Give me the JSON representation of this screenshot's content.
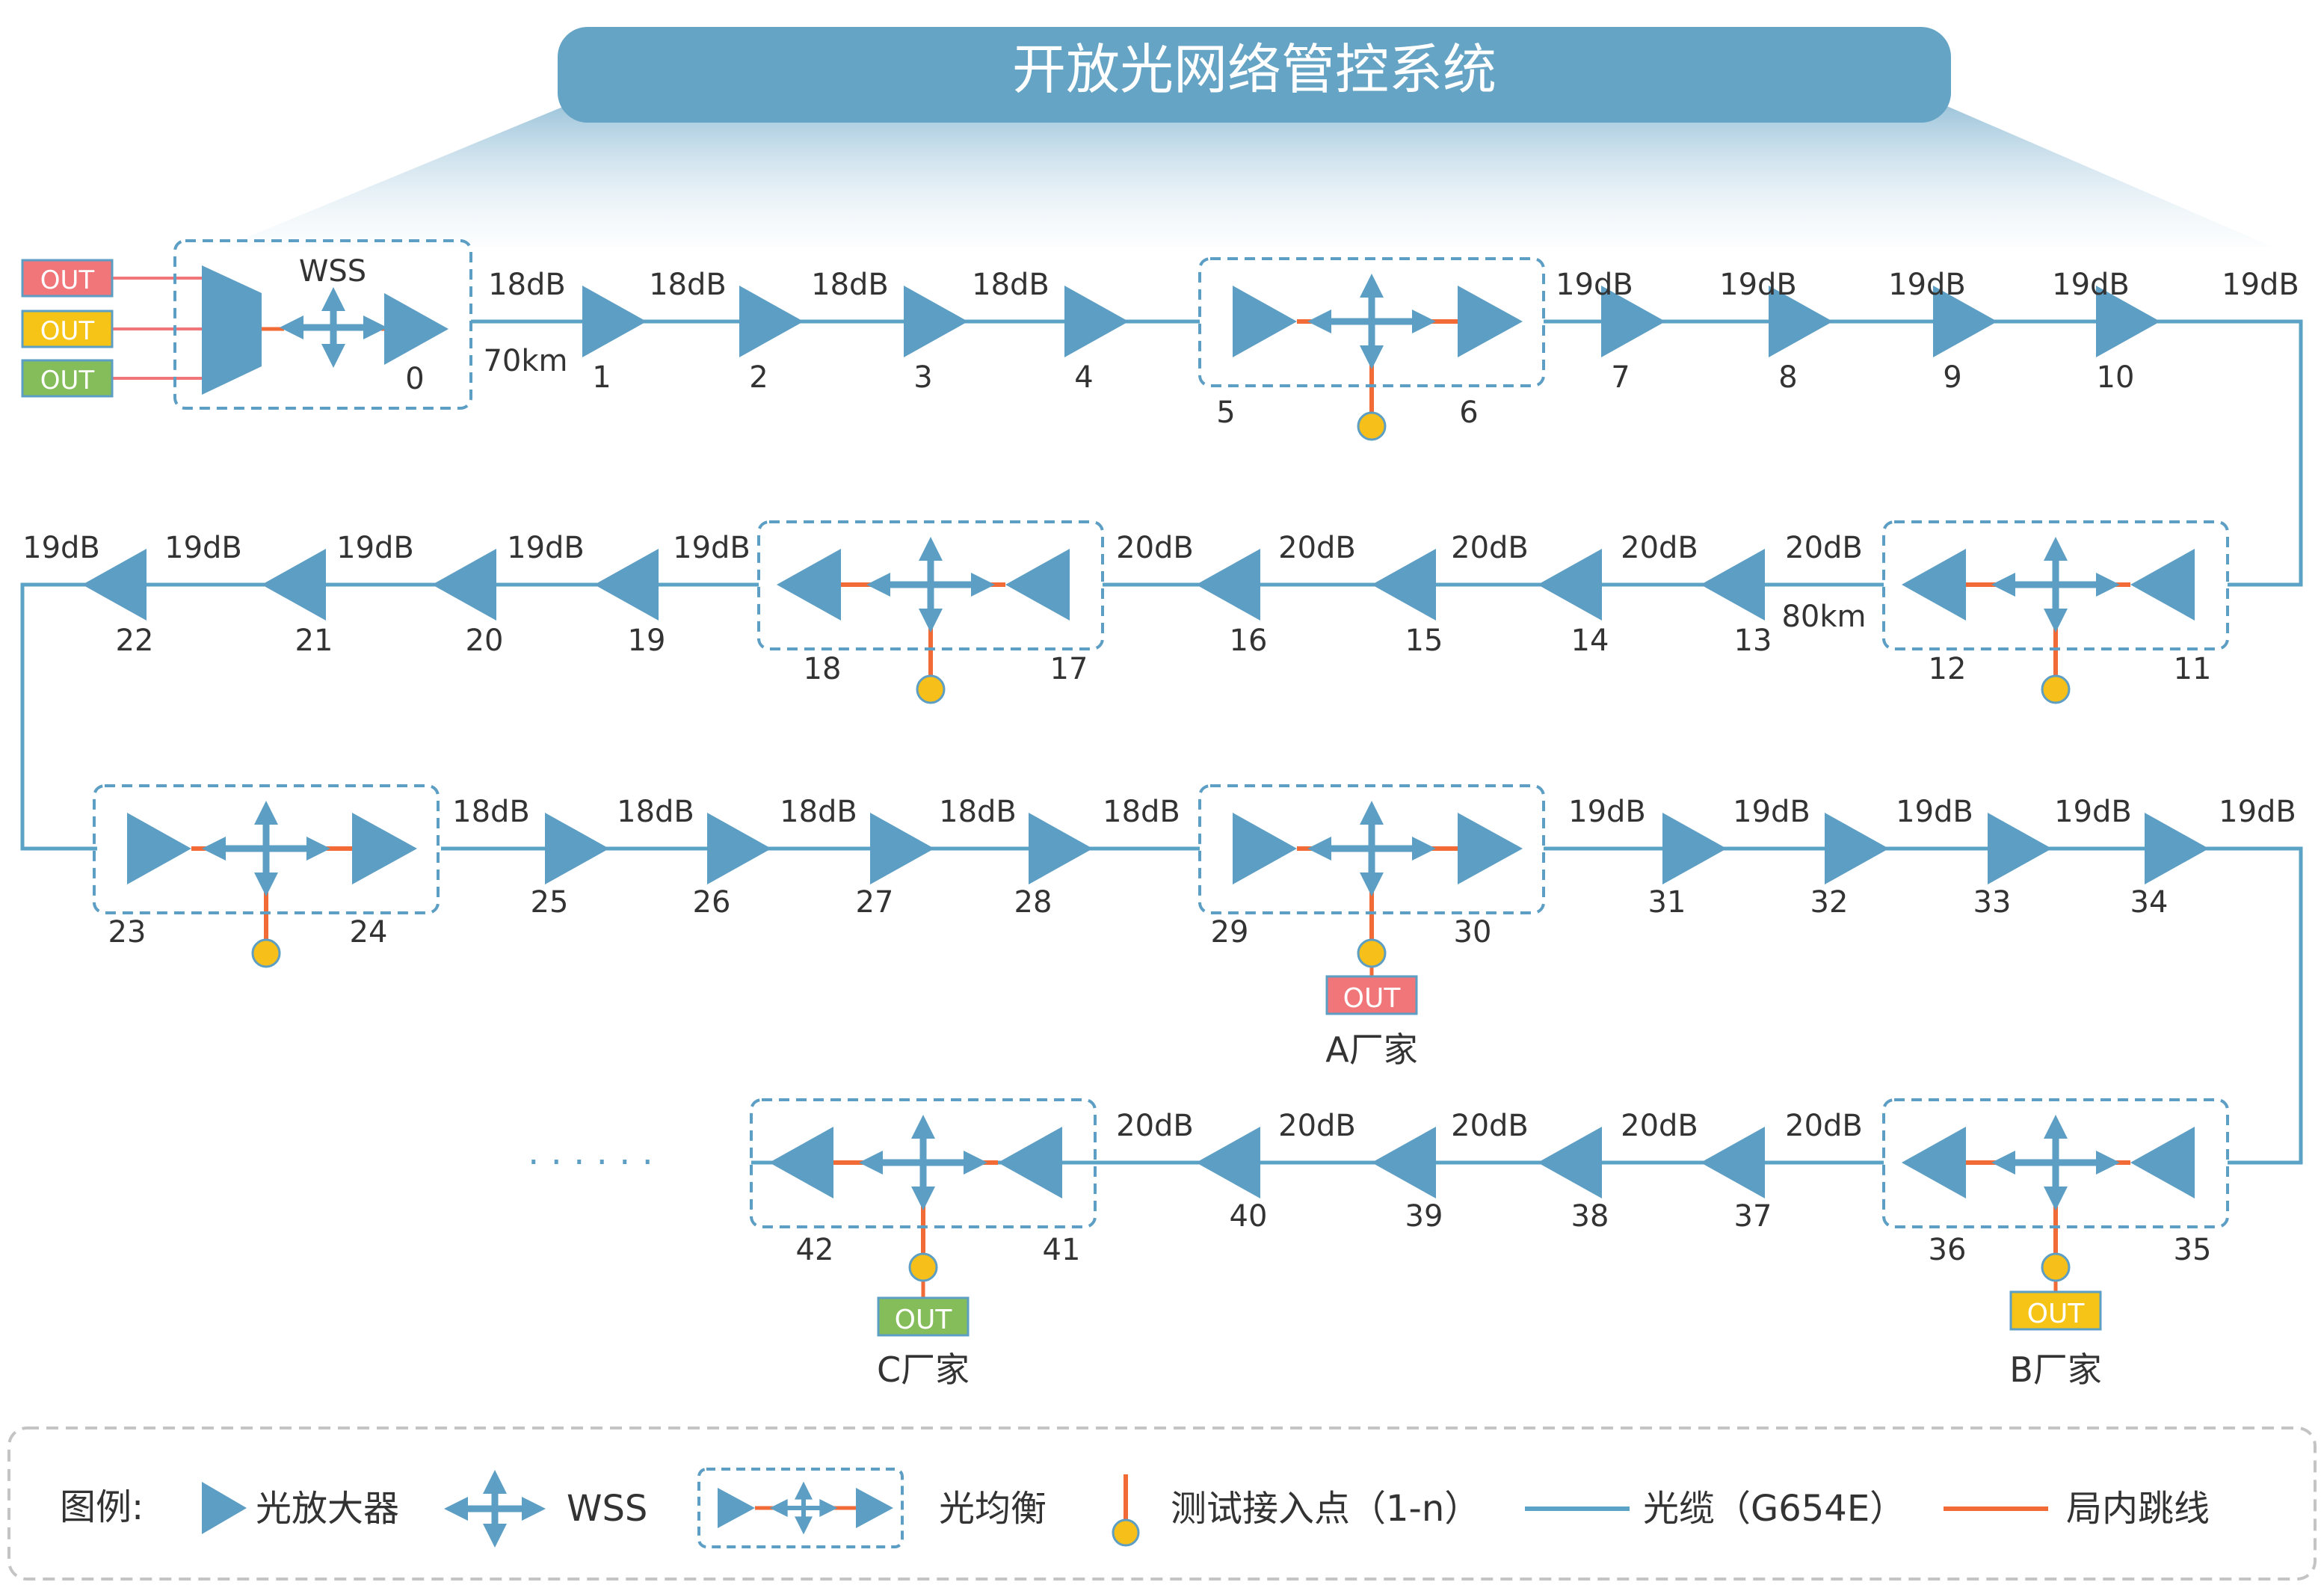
{
  "title": "开放光网络管控系统",
  "colors": {
    "fiber": "#5ba3c6",
    "jumper": "#f26a35",
    "node": "#5d9ec4",
    "test_point": "#f6bf1a",
    "box": "#5d9ec4",
    "text": "#333333",
    "out_red": "#f0767a",
    "out_yellow": "#f6c417",
    "out_green": "#84bd5a",
    "title_bg": "#65a4c5"
  },
  "wss_label": "WSS",
  "out_label": "OUT",
  "rows": [
    {
      "spans": [
        "18dB",
        "18dB",
        "18dB",
        "18dB",
        "19dB",
        "19dB",
        "19dB",
        "19dB",
        "19dB"
      ],
      "nodes": [
        "0",
        "1",
        "2",
        "3",
        "4",
        "5",
        "6",
        "7",
        "8",
        "9",
        "10"
      ],
      "distance": "70km"
    },
    {
      "spans": [
        "19dB",
        "19dB",
        "19dB",
        "19dB",
        "19dB",
        "20dB",
        "20dB",
        "20dB",
        "20dB",
        "20dB"
      ],
      "nodes": [
        "22",
        "21",
        "20",
        "19",
        "18",
        "17",
        "16",
        "15",
        "14",
        "13",
        "12",
        "11"
      ],
      "distance": "80km"
    },
    {
      "spans": [
        "18dB",
        "18dB",
        "18dB",
        "18dB",
        "18dB",
        "19dB",
        "19dB",
        "19dB",
        "19dB",
        "19dB"
      ],
      "nodes": [
        "23",
        "24",
        "25",
        "26",
        "27",
        "28",
        "29",
        "30",
        "31",
        "32",
        "33",
        "34"
      ]
    },
    {
      "spans": [
        "20dB",
        "20dB",
        "20dB",
        "20dB",
        "20dB"
      ],
      "nodes": [
        "42",
        "41",
        "40",
        "39",
        "38",
        "37",
        "36",
        "35"
      ]
    }
  ],
  "vendors": {
    "a": "A厂家",
    "b": "B厂家",
    "c": "C厂家"
  },
  "ellipsis": "· · · · · ·",
  "legend": {
    "title": "图例:",
    "amplifier": "光放大器",
    "wss": "WSS",
    "equalizer": "光均衡",
    "test_point": "测试接入点（1-n）",
    "fiber": "光缆（G654E）",
    "jumper": "局内跳线"
  }
}
